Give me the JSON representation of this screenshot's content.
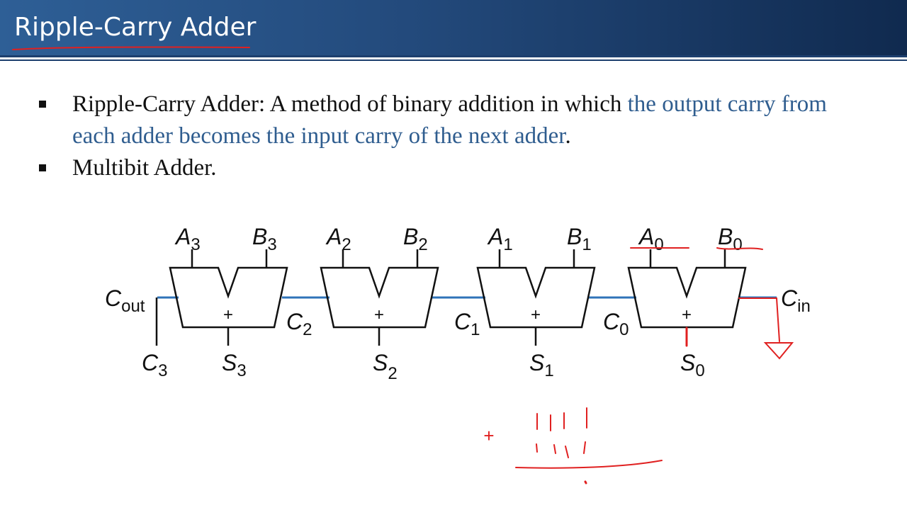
{
  "header": {
    "title": "Ripple-Carry Adder"
  },
  "bullets": [
    {
      "prefix": "Ripple-Carry Adder: A method of binary addition in which ",
      "highlight": "the output carry from each adder becomes the input carry of the next adder",
      "suffix": "."
    },
    {
      "prefix": "Multibit Adder.",
      "highlight": "",
      "suffix": ""
    }
  ],
  "diagram": {
    "adders": [
      {
        "a": "A",
        "a_sub": "3",
        "b": "B",
        "b_sub": "3",
        "op": "+",
        "s": "S",
        "s_sub": "3"
      },
      {
        "a": "A",
        "a_sub": "2",
        "b": "B",
        "b_sub": "2",
        "op": "+",
        "s": "S",
        "s_sub": "2"
      },
      {
        "a": "A",
        "a_sub": "1",
        "b": "B",
        "b_sub": "1",
        "op": "+",
        "s": "S",
        "s_sub": "1"
      },
      {
        "a": "A",
        "a_sub": "0",
        "b": "B",
        "b_sub": "0",
        "op": "+",
        "s": "S",
        "s_sub": "0"
      }
    ],
    "carries": [
      {
        "name": "C",
        "sub": "2"
      },
      {
        "name": "C",
        "sub": "1"
      },
      {
        "name": "C",
        "sub": "0"
      }
    ],
    "cout": {
      "name": "C",
      "sub": "out"
    },
    "c3": {
      "name": "C",
      "sub": "3"
    },
    "cin": {
      "name": "C",
      "sub": "in"
    }
  },
  "annotations": {
    "plus": "+",
    "ink_color": "#e02020",
    "wire_color": "#2f73b8"
  }
}
